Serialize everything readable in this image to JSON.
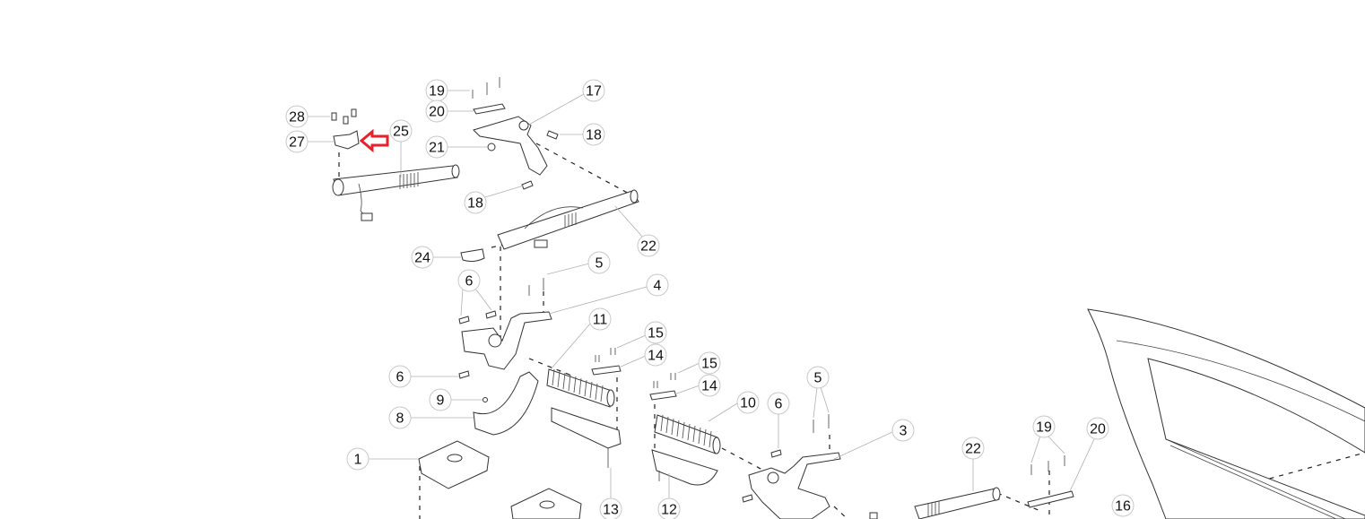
{
  "diagram": {
    "type": "exploded-parts-diagram",
    "subject": "door hinge and check strap assembly",
    "highlight_arrow": {
      "target_callout": "27",
      "color": "#e8202a"
    },
    "callouts": [
      {
        "id": "c28",
        "label": "28"
      },
      {
        "id": "c27",
        "label": "27"
      },
      {
        "id": "c25",
        "label": "25"
      },
      {
        "id": "c19a",
        "label": "19"
      },
      {
        "id": "c20a",
        "label": "20"
      },
      {
        "id": "c17",
        "label": "17"
      },
      {
        "id": "c18a",
        "label": "18"
      },
      {
        "id": "c21",
        "label": "21"
      },
      {
        "id": "c18b",
        "label": "18"
      },
      {
        "id": "c22a",
        "label": "22"
      },
      {
        "id": "c24",
        "label": "24"
      },
      {
        "id": "c5a",
        "label": "5"
      },
      {
        "id": "c6a",
        "label": "6"
      },
      {
        "id": "c4",
        "label": "4"
      },
      {
        "id": "c11",
        "label": "11"
      },
      {
        "id": "c15a",
        "label": "15"
      },
      {
        "id": "c14a",
        "label": "14"
      },
      {
        "id": "c15b",
        "label": "15"
      },
      {
        "id": "c14b",
        "label": "14"
      },
      {
        "id": "c6b",
        "label": "6"
      },
      {
        "id": "c9",
        "label": "9"
      },
      {
        "id": "c8",
        "label": "8"
      },
      {
        "id": "c10",
        "label": "10"
      },
      {
        "id": "c6c",
        "label": "6"
      },
      {
        "id": "c5b",
        "label": "5"
      },
      {
        "id": "c3",
        "label": "3"
      },
      {
        "id": "c1",
        "label": "1"
      },
      {
        "id": "c13",
        "label": "13"
      },
      {
        "id": "c12",
        "label": "12"
      },
      {
        "id": "c22b",
        "label": "22"
      },
      {
        "id": "c19b",
        "label": "19"
      },
      {
        "id": "c20b",
        "label": "20"
      },
      {
        "id": "c16",
        "label": "16"
      }
    ]
  }
}
